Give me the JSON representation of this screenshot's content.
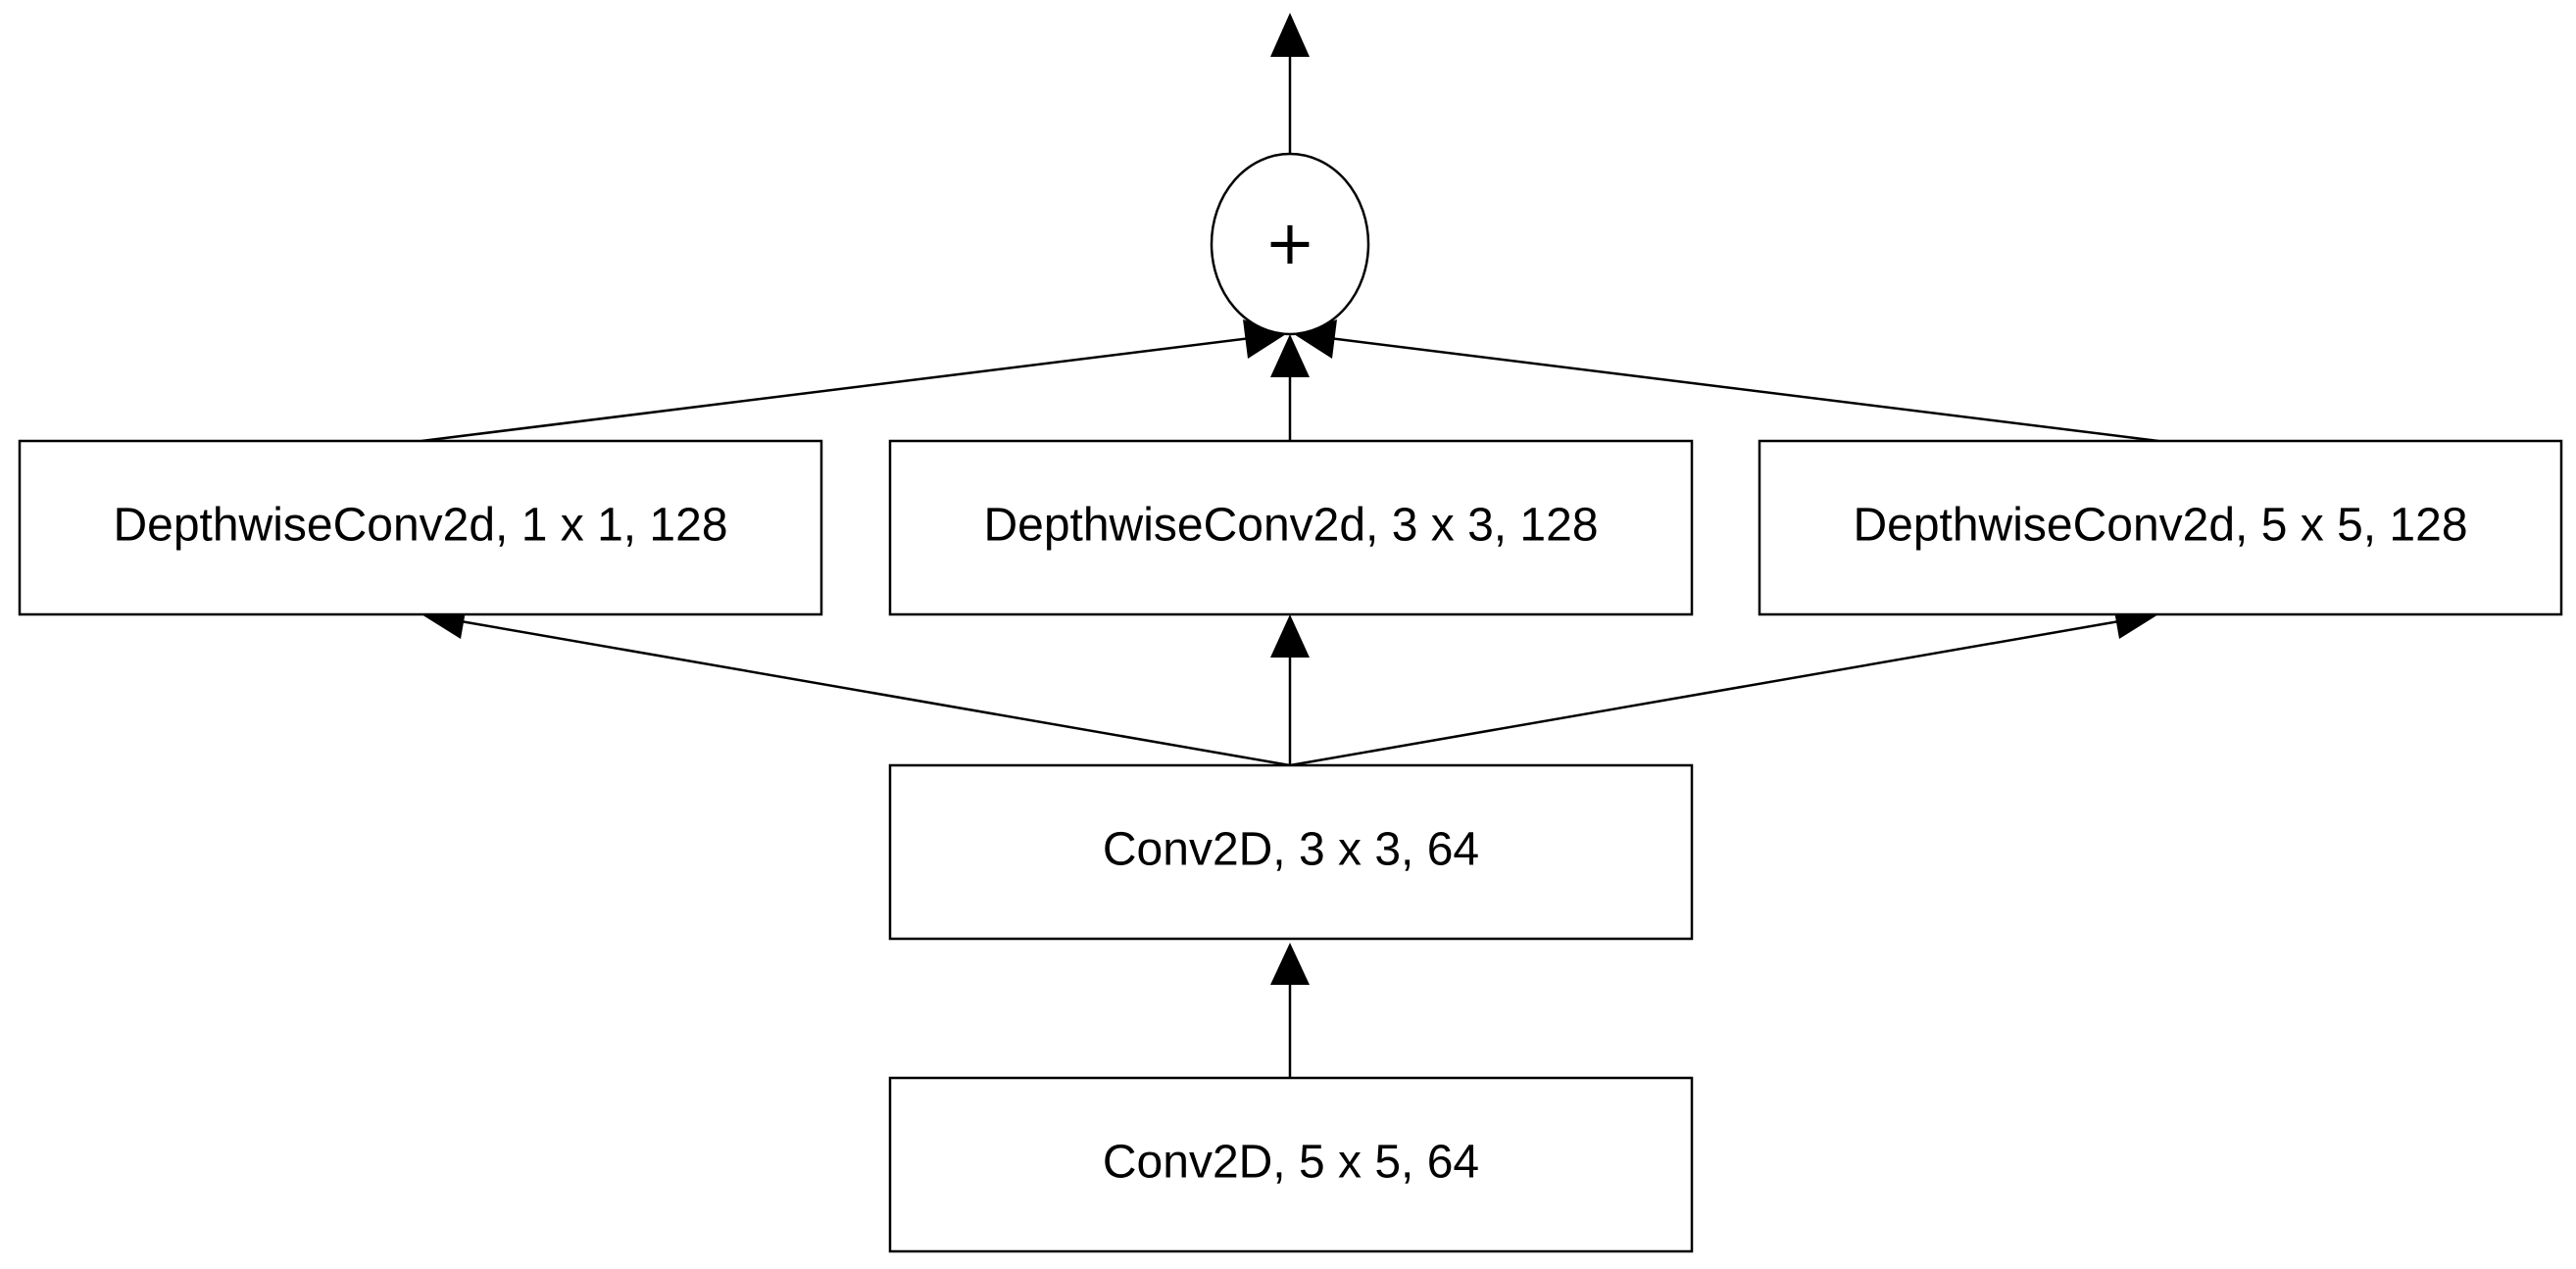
{
  "diagram": {
    "nodes": {
      "input": {
        "label": "Conv2D, 5 x 5, 64"
      },
      "conv": {
        "label": "Conv2D, 3 x 3, 64"
      },
      "dw1": {
        "label": "DepthwiseConv2d, 1 x 1, 128"
      },
      "dw3": {
        "label": "DepthwiseConv2d, 3 x 3, 128"
      },
      "dw5": {
        "label": "DepthwiseConv2d, 5 x 5, 128"
      },
      "sum": {
        "label": "+"
      }
    },
    "edges": [
      {
        "from": "input",
        "to": "conv"
      },
      {
        "from": "conv",
        "to": "dw1"
      },
      {
        "from": "conv",
        "to": "dw3"
      },
      {
        "from": "conv",
        "to": "dw5"
      },
      {
        "from": "dw1",
        "to": "sum"
      },
      {
        "from": "dw3",
        "to": "sum"
      },
      {
        "from": "dw5",
        "to": "sum"
      },
      {
        "from": "sum",
        "to": "output"
      }
    ]
  }
}
